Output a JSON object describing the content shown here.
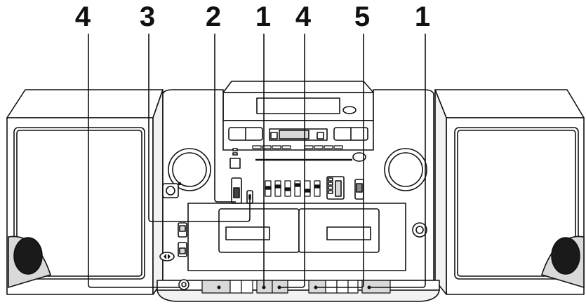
{
  "callouts": [
    {
      "label": "4"
    },
    {
      "label": "3"
    },
    {
      "label": "2"
    },
    {
      "label": "1"
    },
    {
      "label": "4"
    },
    {
      "label": "5"
    },
    {
      "label": "1"
    }
  ],
  "colors": {
    "line": "#111111",
    "body": "#ffffff",
    "shade": "#d9d9d9",
    "dark": "#1a1a1a"
  }
}
